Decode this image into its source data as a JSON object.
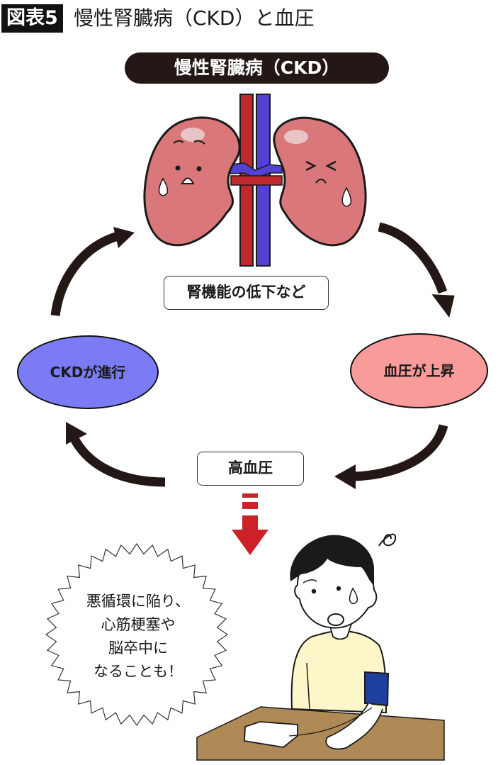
{
  "header": {
    "figure_label": "図表5",
    "title": "慢性腎臓病（CKD）と血圧"
  },
  "banner": {
    "label": "慢性腎臓病（CKD）"
  },
  "cycle": {
    "kidney_function_label": "腎機能の低下など",
    "bp_rise_label": "血圧が上昇",
    "hypertension_label": "高血圧",
    "ckd_progress_label": "CKDが進行"
  },
  "warning": {
    "lines": [
      "悪循環に陥り、",
      "心筋梗塞や",
      "脳卒中に",
      "なることも！"
    ]
  },
  "colors": {
    "banner_bg": "#231815",
    "arrow": "#231815",
    "ckd_progress_fill": "#7b7bf5",
    "bp_rise_fill": "#fa9b9b",
    "kidney_fill": "#d9777a",
    "artery": "#c0282e",
    "vein": "#5540d6",
    "down_arrow": "#cc2127",
    "shirt": "#fcf6c8",
    "cuff": "#1f3f9e",
    "desk": "#b08a56"
  }
}
